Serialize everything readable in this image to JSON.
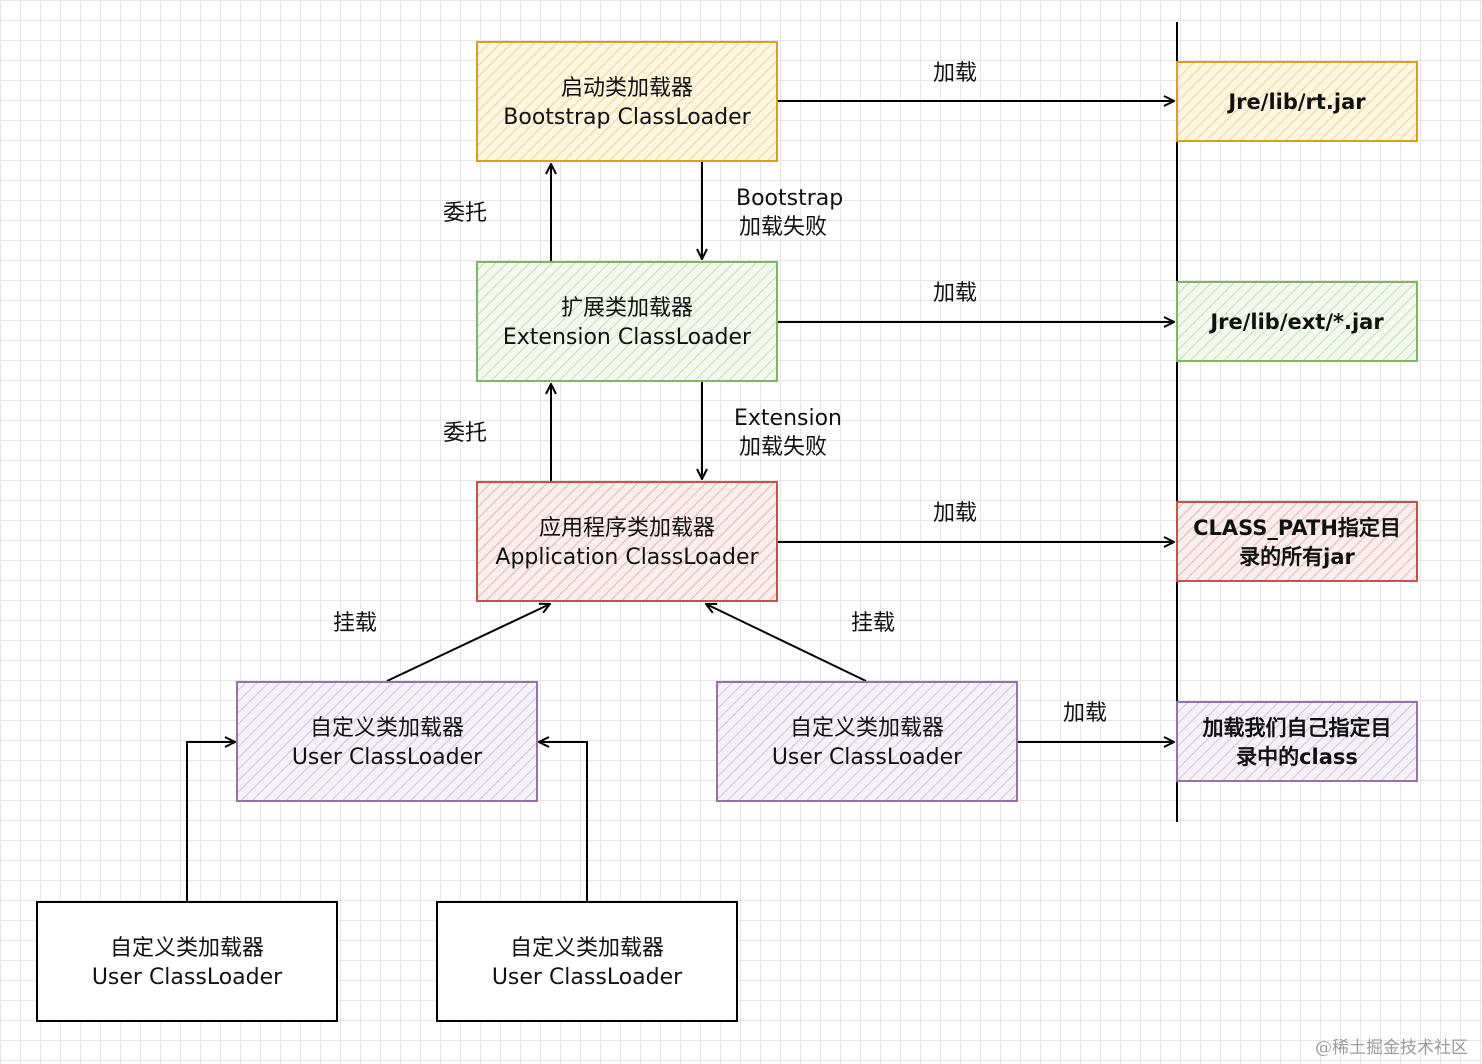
{
  "colors": {
    "bootstrap": {
      "stroke": "#d6a21e",
      "fill": "#fbeecb"
    },
    "extension": {
      "stroke": "#82b366",
      "fill": "#e3f0d6"
    },
    "application": {
      "stroke": "#c9504f",
      "fill": "#f6dcdb"
    },
    "user": {
      "stroke": "#9673a6",
      "fill": "#ebe0f0"
    },
    "plain": {
      "stroke": "#000000",
      "fill": "#ffffff"
    }
  },
  "loaders": {
    "bootstrap": {
      "cn": "启动类加载器",
      "en": "Bootstrap ClassLoader"
    },
    "extension": {
      "cn": "扩展类加载器",
      "en": "Extension ClassLoader"
    },
    "application": {
      "cn": "应用程序类加载器",
      "en": "Application ClassLoader"
    },
    "user_left": {
      "cn": "自定义类加载器",
      "en": "User ClassLoader"
    },
    "user_right": {
      "cn": "自定义类加载器",
      "en": "User ClassLoader"
    },
    "user_bottom_left": {
      "cn": "自定义类加载器",
      "en": "User ClassLoader"
    },
    "user_bottom_right": {
      "cn": "自定义类加载器",
      "en": "User ClassLoader"
    }
  },
  "targets": {
    "rt": {
      "line1": "Jre/lib/rt.jar"
    },
    "ext": {
      "line1": "Jre/lib/ext/*.jar"
    },
    "classpath": {
      "line1": "CLASS_PATH指定目",
      "line2": "录的所有jar"
    },
    "custom": {
      "line1": "加载我们自己指定目",
      "line2": "录中的class"
    }
  },
  "labels": {
    "load_1": "加载",
    "load_2": "加载",
    "load_3": "加载",
    "load_4": "加载",
    "delegate_1": "委托",
    "delegate_2": "委托",
    "fail_bootstrap_1": "Bootstrap",
    "fail_bootstrap_2": "加载失败",
    "fail_extension_1": "Extension",
    "fail_extension_2": "加载失败",
    "mount_left": "挂载",
    "mount_right": "挂载"
  },
  "watermark": "@稀土掘金技术社区"
}
